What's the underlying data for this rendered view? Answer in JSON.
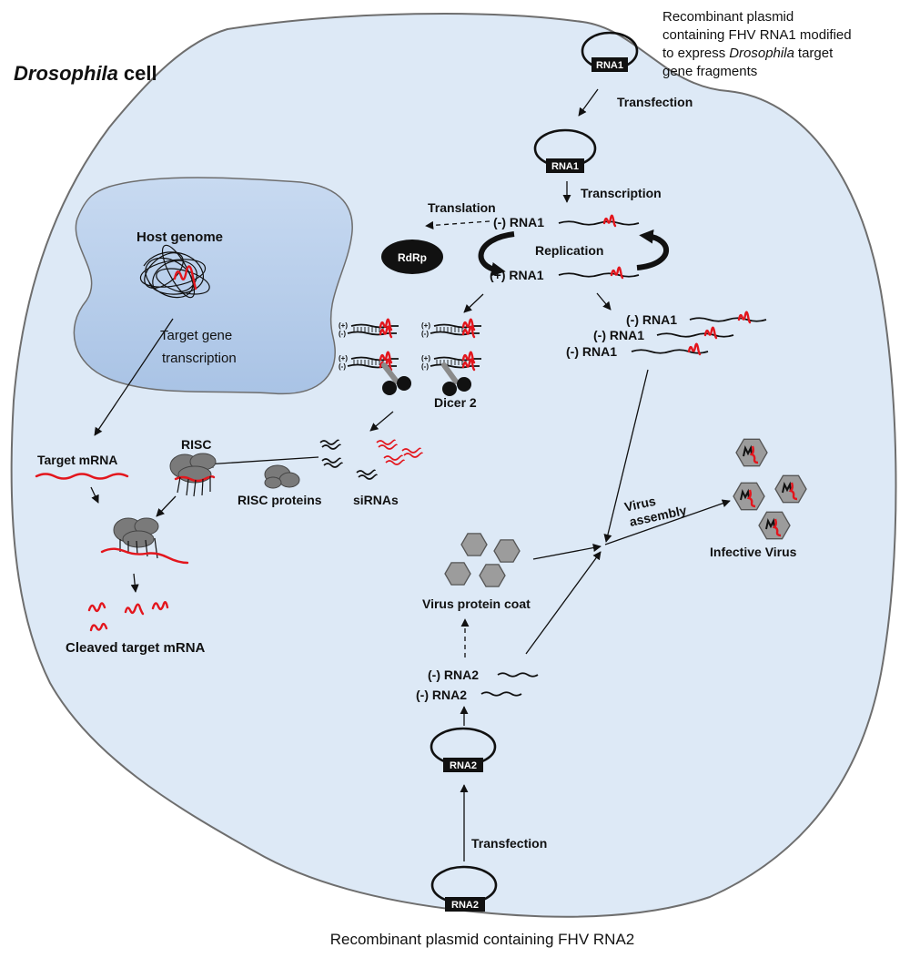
{
  "cell_title": {
    "italic": "Drosophila",
    "rest": "cell"
  },
  "rna1_plasmid_note": {
    "line1": "Recombinant plasmid",
    "line2": "containing FHV RNA1 modified",
    "line3_pre": "to express",
    "line3_italic": "Drosophila",
    "line3_post": "target",
    "line4": "gene fragments"
  },
  "plasmids": {
    "rna1_tag": "RNA1",
    "rna2_tag": "RNA2"
  },
  "rna1_pathway": {
    "transfection": "Transfection",
    "transcription": "Transcription",
    "translation": "Translation",
    "neg_strand": "(-) RNA1",
    "polymerase": "RdRp",
    "replication": "Replication",
    "pos_strand": "(+) RNA1",
    "neg_copies": [
      "(-) RNA1",
      "(-) RNA1",
      "(-) RNA1"
    ]
  },
  "rnai": {
    "strand_plus": "(+)",
    "strand_minus": "(-)",
    "dicer": "Dicer 2",
    "sirnas": "siRNAs",
    "risc_proteins": "RISC proteins",
    "risc": "RISC",
    "target_mrna": "Target mRNA",
    "cleaved": "Cleaved target mRNA"
  },
  "nucleus": {
    "label": "Host genome",
    "transcription_lines": [
      "Target gene",
      "transcription"
    ]
  },
  "virus": {
    "assembly_lines": [
      "Virus",
      "assembly"
    ],
    "infective": "Infective Virus",
    "protein_coat": "Virus protein coat",
    "rna2_strands": [
      "(-) RNA2",
      "(-) RNA2"
    ],
    "transfection": "Transfection"
  },
  "rna2_plasmid_note": "Recombinant plasmid containing FHV RNA2",
  "colors": {
    "cell_fill": "#dde9f6",
    "nucleus_fill_top": "#c8daf1",
    "nucleus_fill_bottom": "#a9c3e5",
    "rna_mark": "#e3161d",
    "protein_gray": "#9c9c9c",
    "outline": "#6e6e6e"
  }
}
